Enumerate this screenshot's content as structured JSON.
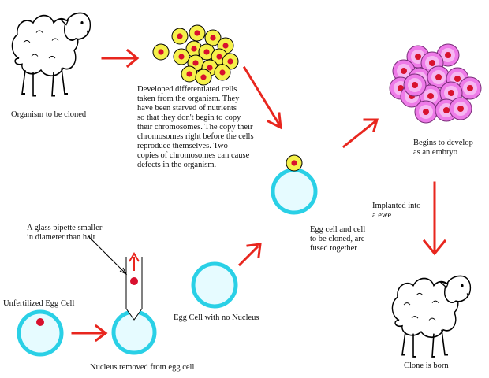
{
  "labels": {
    "organism": "Organism to be cloned",
    "cells_description": "Developed differentiated cells\ntaken from the organism.  They\nhave been starved of nutrients\nso that they don't begin to copy\ntheir chromosomes.  The copy their\nchromosomes right before the cells\nreproduce themselves.  Two\ncopies of chromosomes can cause\ndefects in the organism.",
    "embryo": "Begins to develop\nas an embryo",
    "fused": "Egg cell and cell\nto be cloned, are\nfused together",
    "implanted": "Implanted into\na ewe",
    "pipette": "A glass pipette smaller\nin diameter than hair",
    "unfertilized": "Unfertilized Egg Cell",
    "no_nucleus": "Egg Cell with no Nucleus",
    "nucleus_removed": "Nucleus removed from egg cell",
    "clone": "Clone is born"
  },
  "colors": {
    "arrow": "#e8261e",
    "cell_fill": "#f5f04a",
    "cell_ring": "#000000",
    "nucleus": "#d8102e",
    "egg_ring": "#2ad0e6",
    "egg_fill": "#e6fbff",
    "embryo_fill": "#ee7be8",
    "embryo_outline": "#7a2c7a",
    "embryo_nucleus": "#d8122e"
  },
  "icons": [
    "sheep-icon",
    "sheep-icon"
  ]
}
